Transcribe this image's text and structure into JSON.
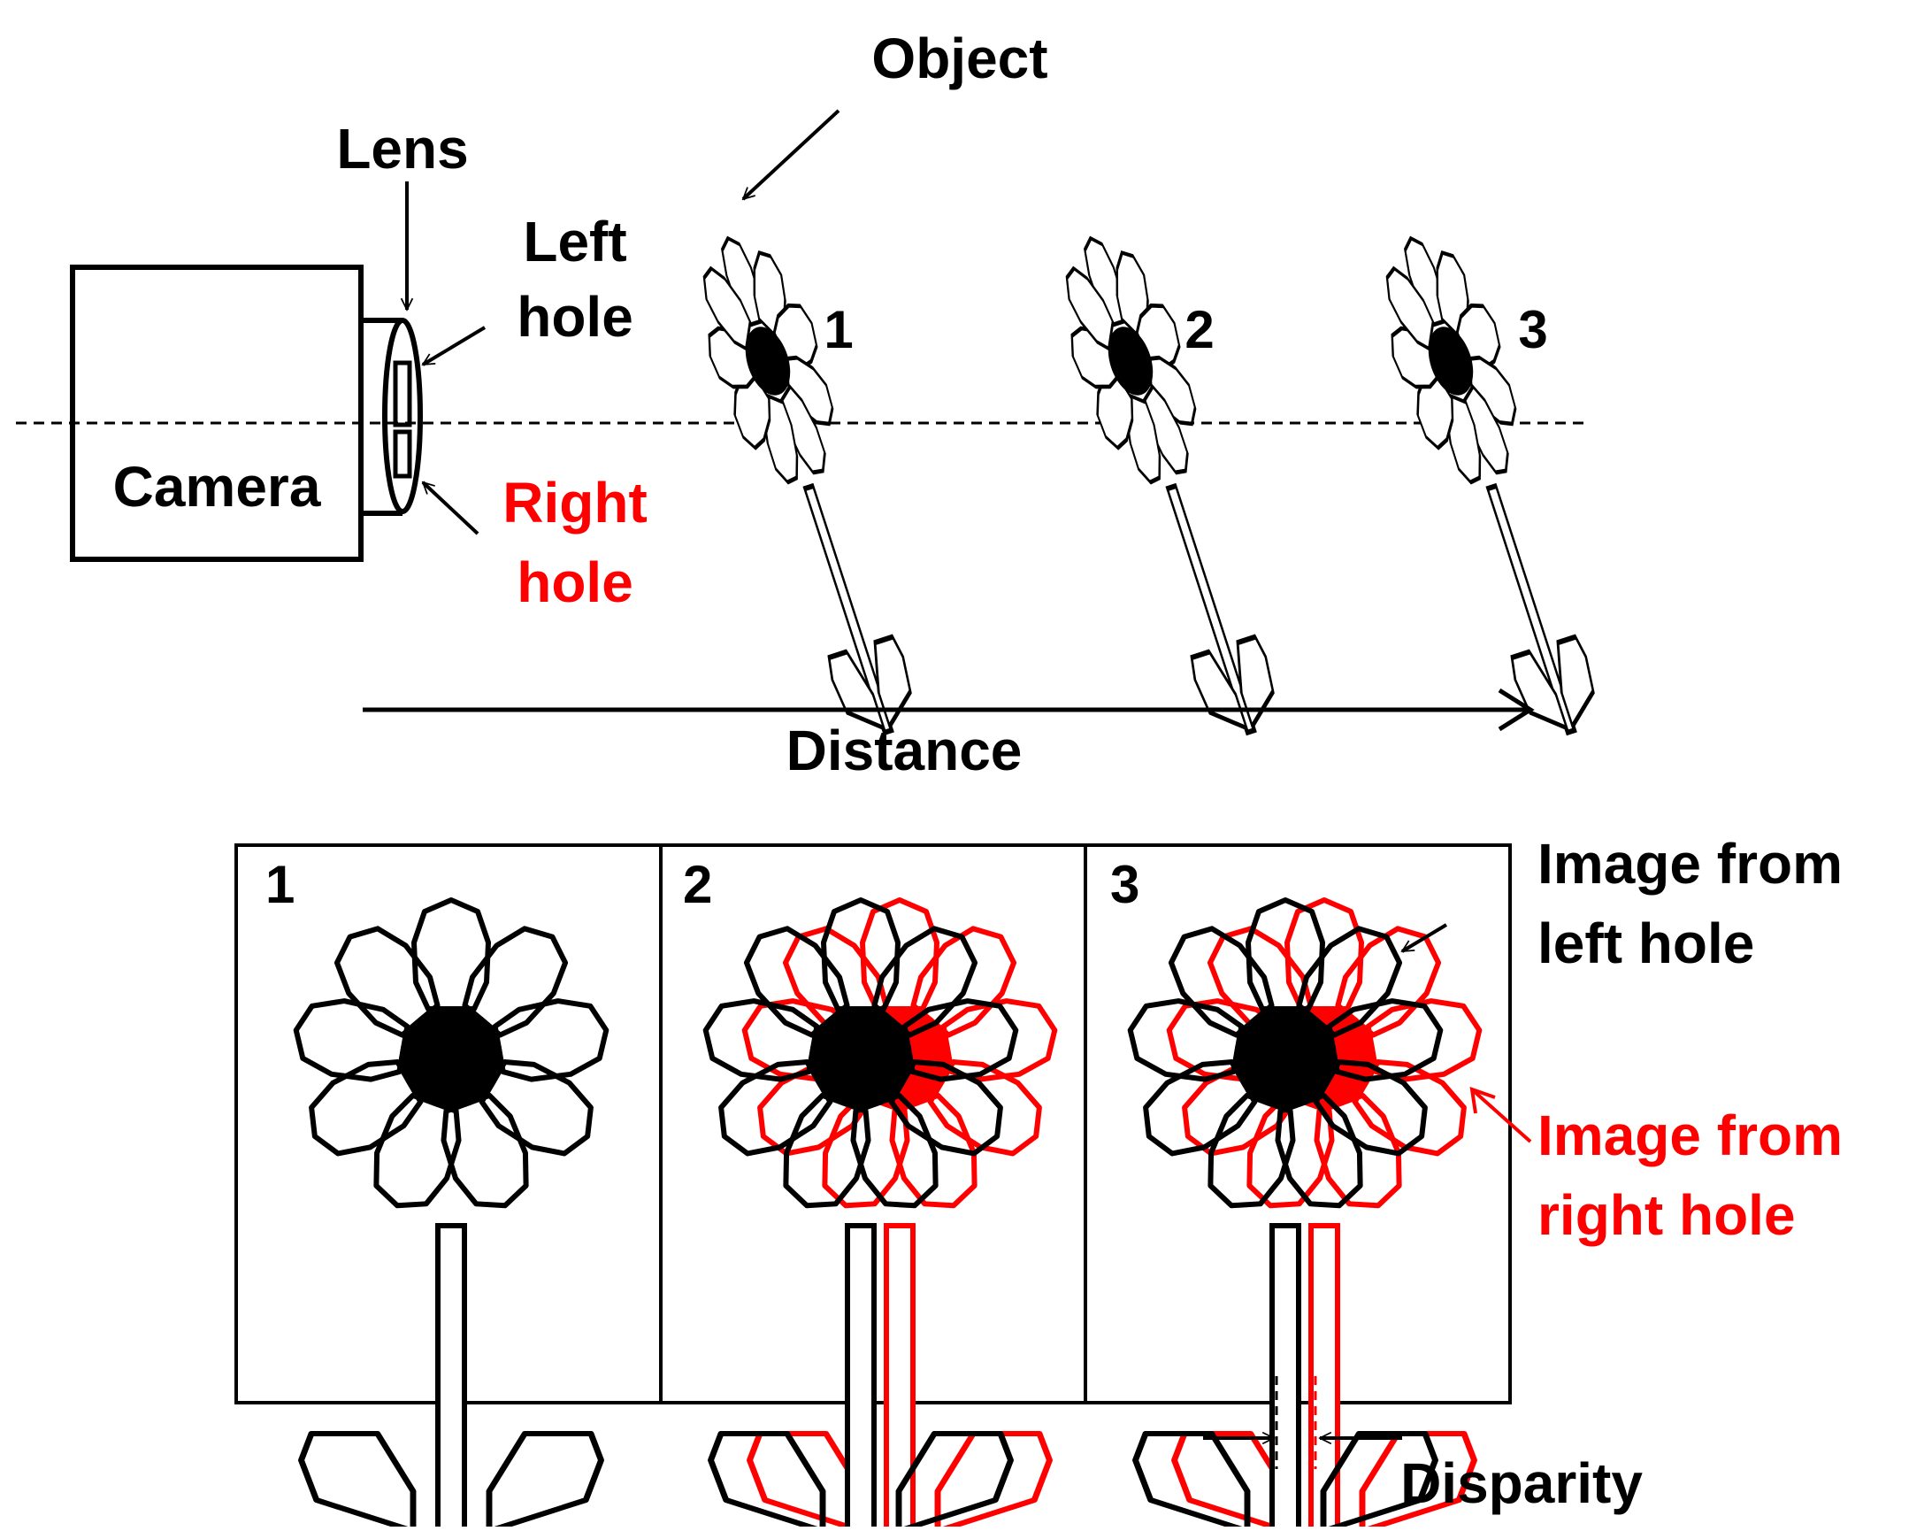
{
  "colors": {
    "ink": "#000000",
    "red": "#ff0000",
    "background": "#ffffff"
  },
  "labels": {
    "object": "Object",
    "lens": "Lens",
    "left_hole_line1": "Left",
    "left_hole_line2": "hole",
    "camera": "Camera",
    "right_hole_line1": "Right",
    "right_hole_line2": "hole",
    "distance": "Distance",
    "image_left_line1": "Image from",
    "image_left_line2": "left hole",
    "image_right_line1": "Image from",
    "image_right_line2": "right hole",
    "disparity": "Disparity"
  },
  "positions": [
    {
      "label": "1"
    },
    {
      "label": "2"
    },
    {
      "label": "3"
    }
  ],
  "panels": [
    {
      "label": "1"
    },
    {
      "label": "2"
    },
    {
      "label": "3"
    }
  ]
}
